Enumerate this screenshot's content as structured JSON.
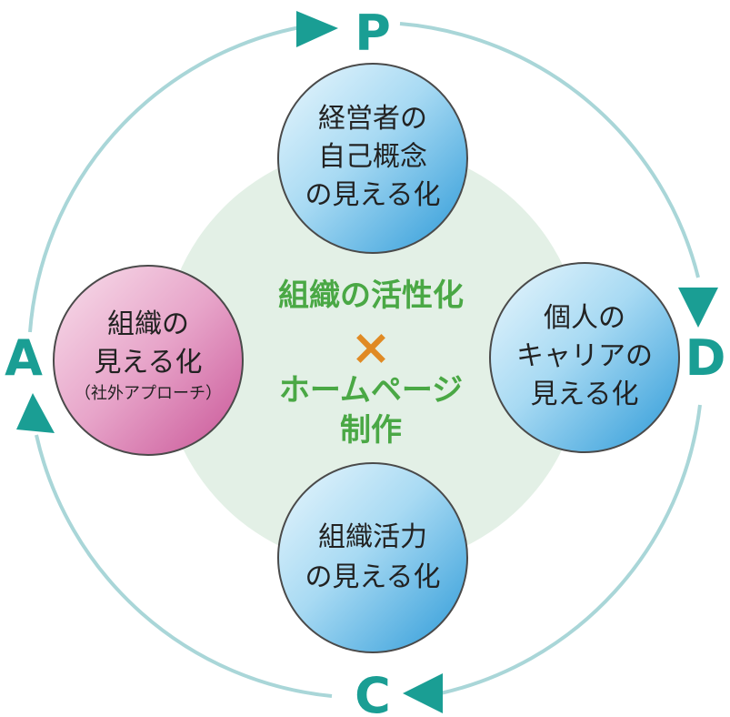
{
  "colors": {
    "ring": "#a9d6d8",
    "arrow": "#1a9e94",
    "letter": "#1a9e94",
    "center_disc": "#e3f0e6",
    "center_text": "#4aa845",
    "cross": "#e08a24",
    "bubble_blue_light": "#d9f0fb",
    "bubble_blue_dark": "#2d9ad8",
    "bubble_pink_light": "#f4cfe3",
    "bubble_pink_dark": "#cf5fa2",
    "bubble_border": "#4a4a4a"
  },
  "cycle": {
    "p": "P",
    "d": "D",
    "c": "C",
    "a": "A"
  },
  "center": {
    "line1": "組織の活性化",
    "cross": "×",
    "line2": "ホームページ",
    "line3": "制作"
  },
  "bubbles": {
    "top": {
      "line1": "経営者の",
      "line2": "自己概念",
      "line3": "の見える化"
    },
    "right": {
      "line1": "個人の",
      "line2": "キャリアの",
      "line3": "見える化"
    },
    "bottom": {
      "line1": "組織活力",
      "line2": "の見える化"
    },
    "left": {
      "line1": "組織の",
      "line2": "見える化",
      "sub": "（社外アプローチ）"
    }
  }
}
